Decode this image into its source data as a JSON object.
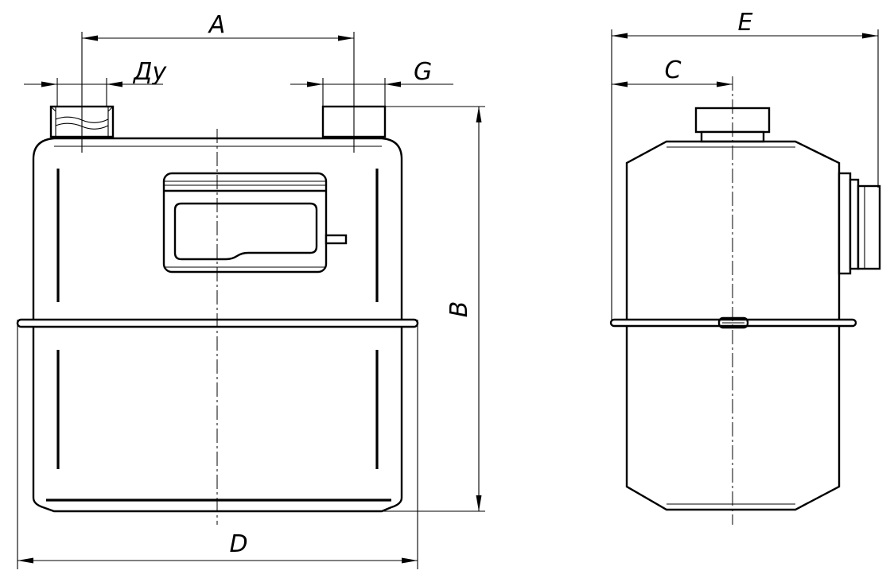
{
  "labels": {
    "A": "A",
    "Du": "Ду",
    "G": "G",
    "B": "B",
    "D": "D",
    "E": "E",
    "C": "C"
  }
}
